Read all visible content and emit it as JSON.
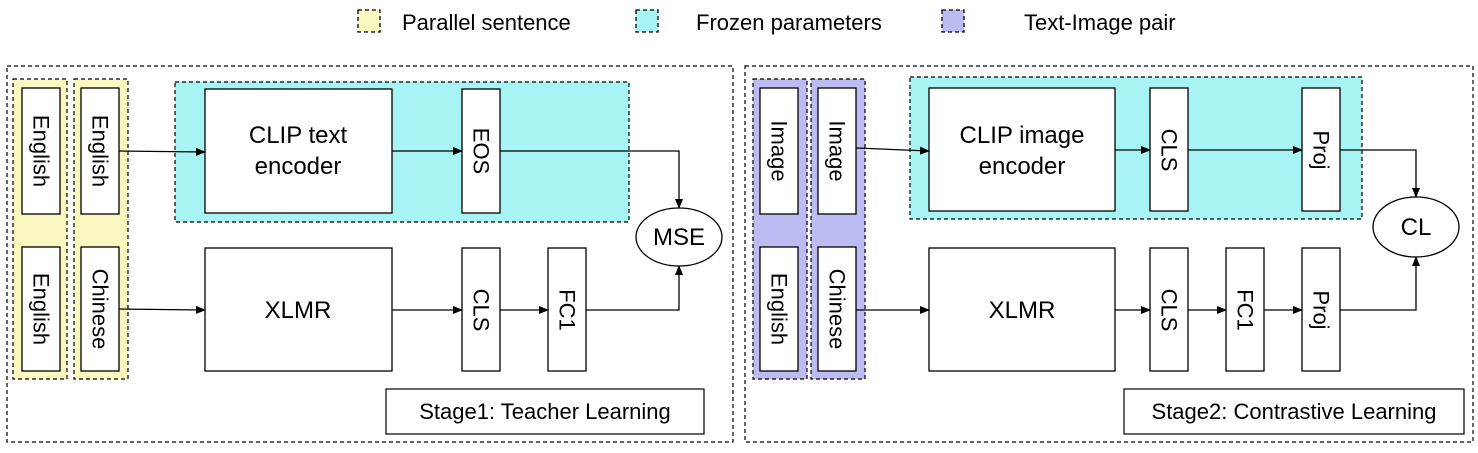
{
  "legend": {
    "parallel_sentence": "Parallel sentence",
    "frozen_parameters": "Frozen parameters",
    "text_image_pair": "Text-Image pair"
  },
  "colors": {
    "parallel": "#fbf7c1",
    "frozen": "#a8f4f4",
    "pair": "#bcbcf2"
  },
  "stage1": {
    "title": "Stage1: Teacher Learning",
    "inputs": {
      "col1_top": "English",
      "col1_bottom": "English",
      "col2_top": "English",
      "col2_bottom": "Chinese"
    },
    "clip_text_line1": "CLIP text",
    "clip_text_line2": "encoder",
    "eos": "EOS",
    "xlmr": "XLMR",
    "cls": "CLS",
    "fc1": "FC1",
    "loss": "MSE"
  },
  "stage2": {
    "title": "Stage2: Contrastive Learning",
    "inputs": {
      "col1_top": "Image",
      "col1_bottom": "English",
      "col2_top": "Image",
      "col2_bottom": "Chinese"
    },
    "clip_image_line1": "CLIP image",
    "clip_image_line2": "encoder",
    "cls_top": "CLS",
    "proj_top": "Proj",
    "xlmr": "XLMR",
    "cls": "CLS",
    "fc1": "FC1",
    "proj": "Proj",
    "loss": "CL"
  }
}
